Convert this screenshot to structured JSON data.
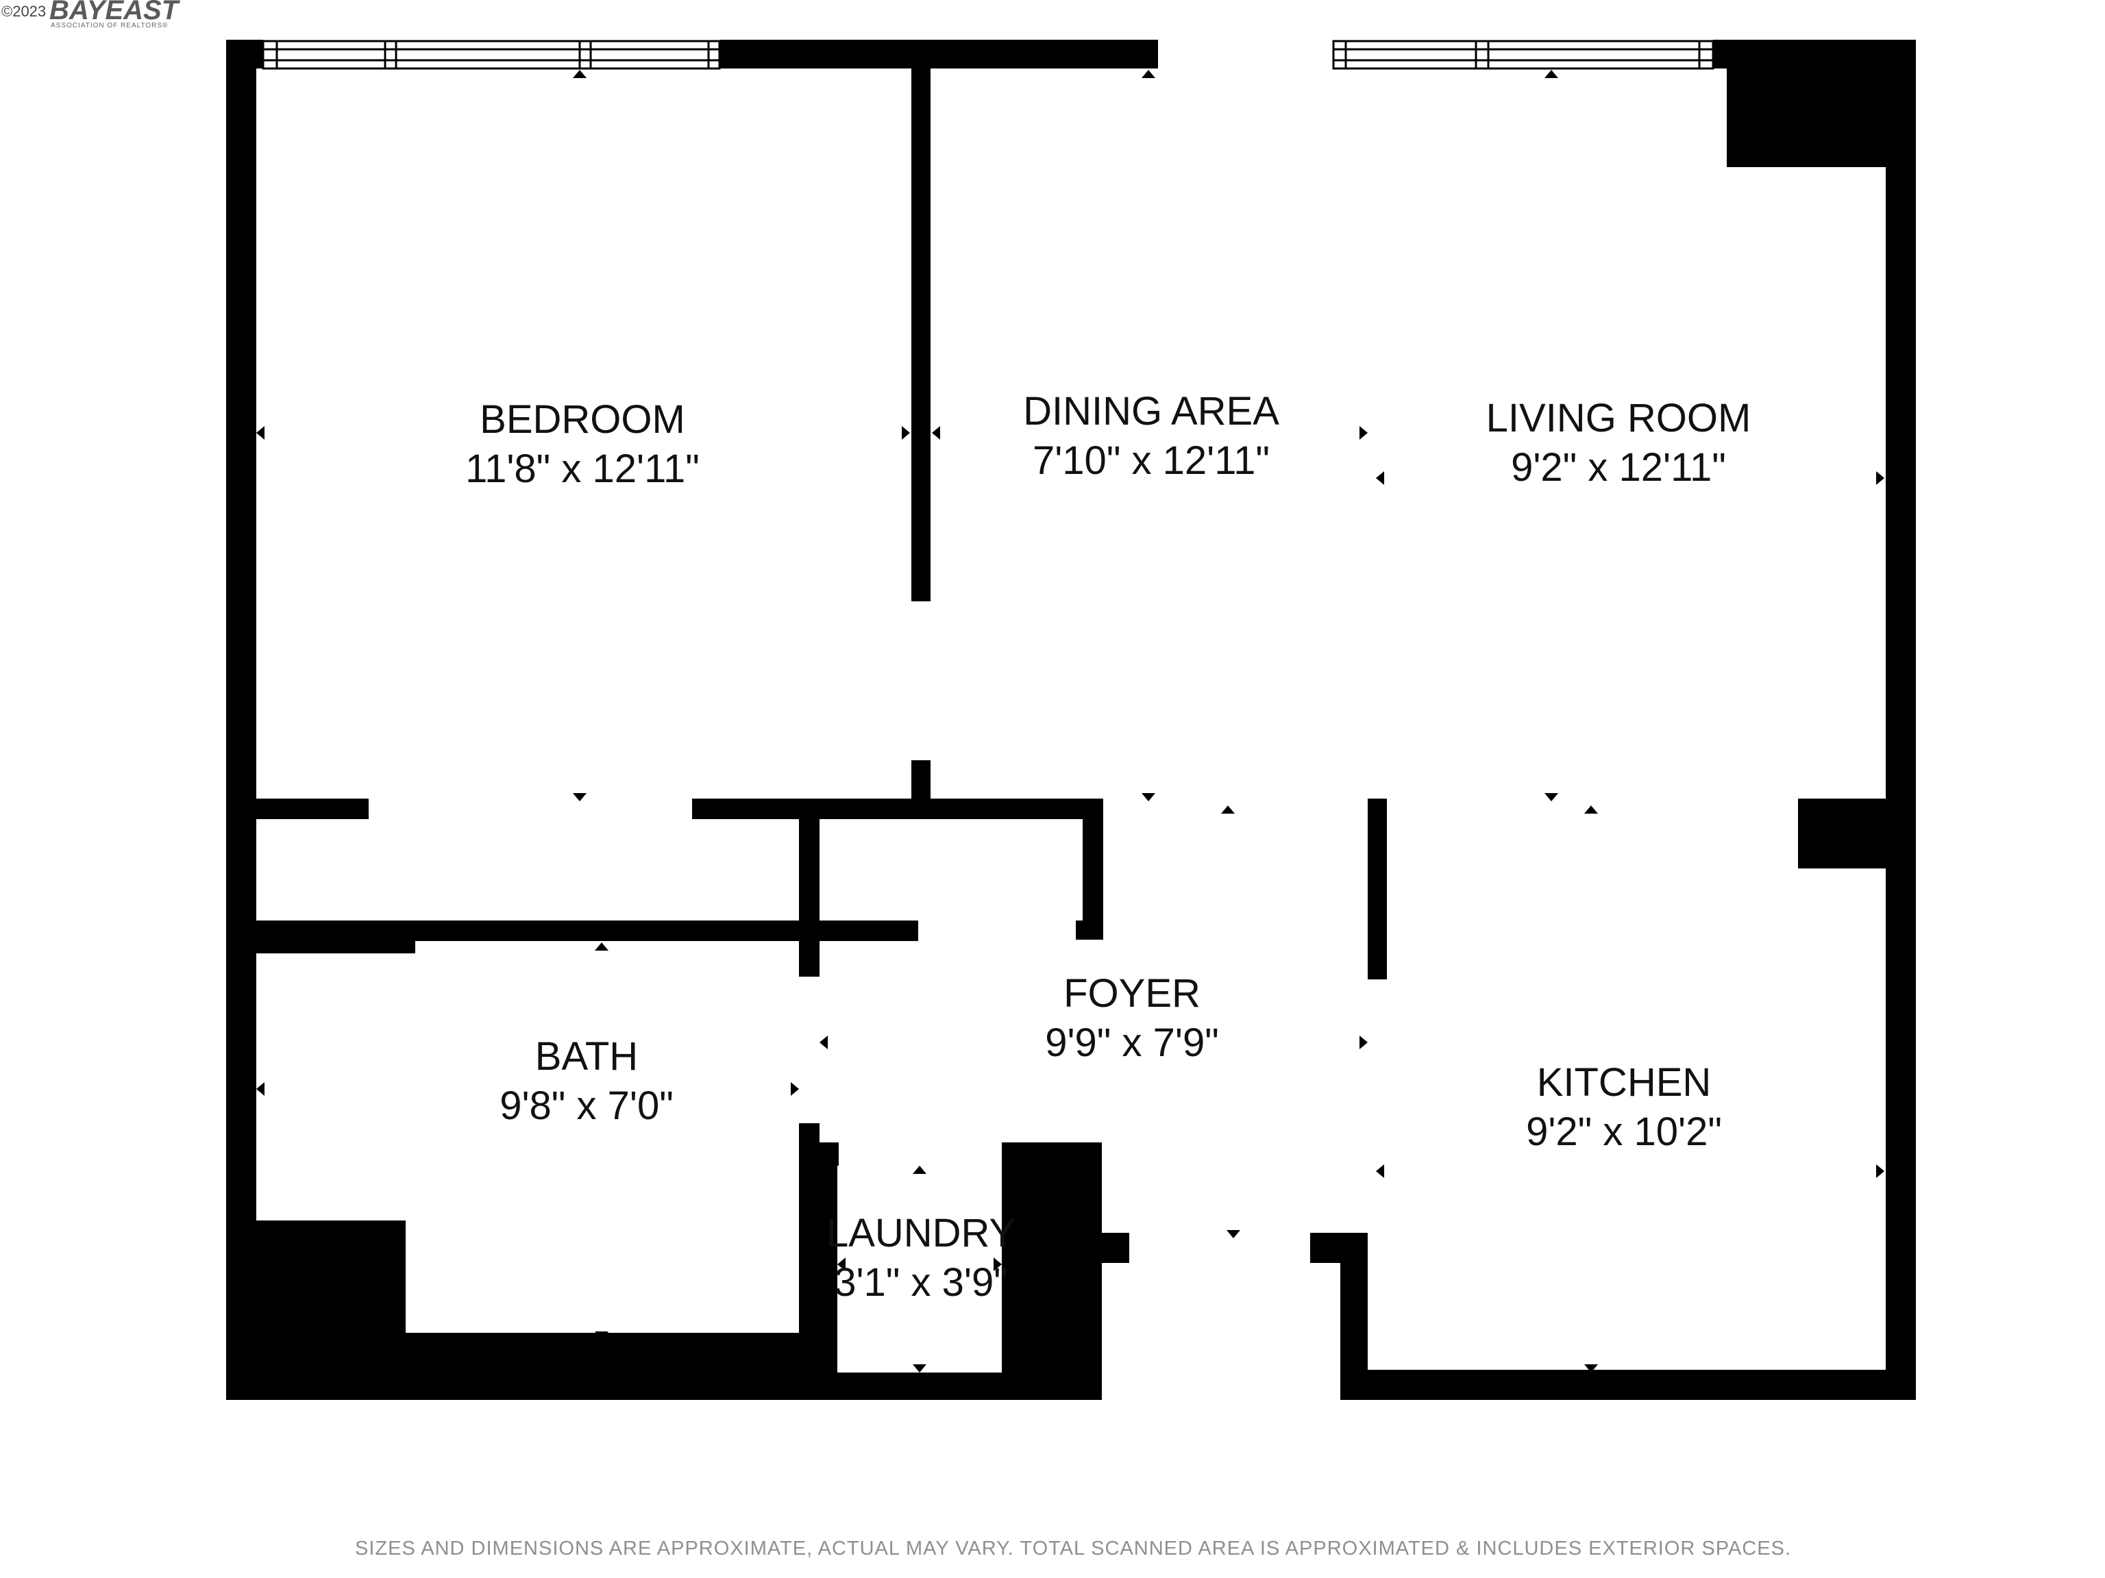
{
  "watermark": {
    "copyright": "©2023",
    "brand": "BAYEAST",
    "tagline": "ASSOCIATION OF REALTORS®"
  },
  "rooms": [
    {
      "id": "bedroom",
      "name": "BEDROOM",
      "dimensions": "11'8\" x 12'11\""
    },
    {
      "id": "dining",
      "name": "DINING AREA",
      "dimensions": "7'10\" x 12'11\""
    },
    {
      "id": "living",
      "name": "LIVING ROOM",
      "dimensions": "9'2\" x 12'11\""
    },
    {
      "id": "foyer",
      "name": "FOYER",
      "dimensions": "9'9\" x 7'9\""
    },
    {
      "id": "bath",
      "name": "BATH",
      "dimensions": "9'8\" x 7'0\""
    },
    {
      "id": "kitchen",
      "name": "KITCHEN",
      "dimensions": "9'2\" x 10'2\""
    },
    {
      "id": "laundry",
      "name": "LAUNDRY",
      "dimensions": "3'1\" x 3'9\""
    }
  ],
  "disclaimer": "SIZES AND DIMENSIONS ARE APPROXIMATE, ACTUAL MAY VARY. TOTAL SCANNED AREA IS APPROXIMATED & INCLUDES EXTERIOR SPACES.",
  "colors": {
    "wall": "#000000",
    "background": "#ffffff",
    "label": "#111111",
    "disclaimer": "#8f8f8f"
  }
}
